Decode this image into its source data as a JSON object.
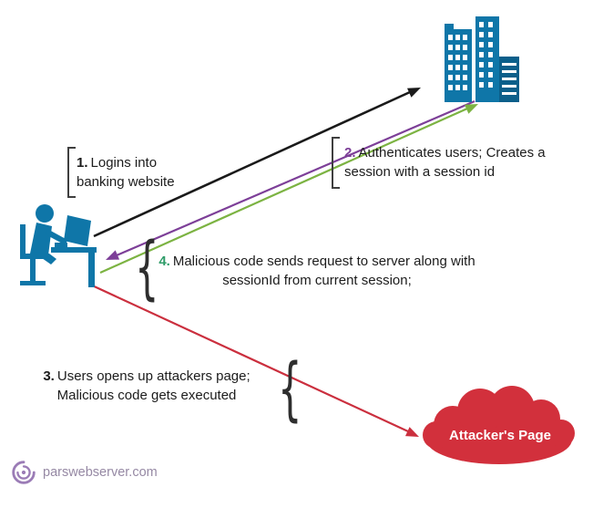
{
  "steps": {
    "s1": {
      "num": "1.",
      "text": "Logins into banking website"
    },
    "s2": {
      "num": "2.",
      "text": "Authenticates users; Creates a session with a session id"
    },
    "s3": {
      "num": "3.",
      "text": "Users opens up attackers page; Malicious code gets executed"
    },
    "s4": {
      "num": "4.",
      "text": "Malicious code sends request to server along with sessionId from current session;"
    }
  },
  "cloud": {
    "label": "Attacker's Page"
  },
  "footer": {
    "brand": "parswebserver.com"
  },
  "glyphs": {
    "brace": "{"
  },
  "colors": {
    "teal": "#0f76a8",
    "teal_dark": "#0b5f8a",
    "black": "#1a1a1a",
    "purple": "#7d3f98",
    "green": "#7cb342",
    "red": "#cb2f3e",
    "cloud_red": "#d2303c",
    "cloud_edge": "#b02434",
    "num4_green": "#2f9c69",
    "brand_purple": "#9b7cb6"
  }
}
